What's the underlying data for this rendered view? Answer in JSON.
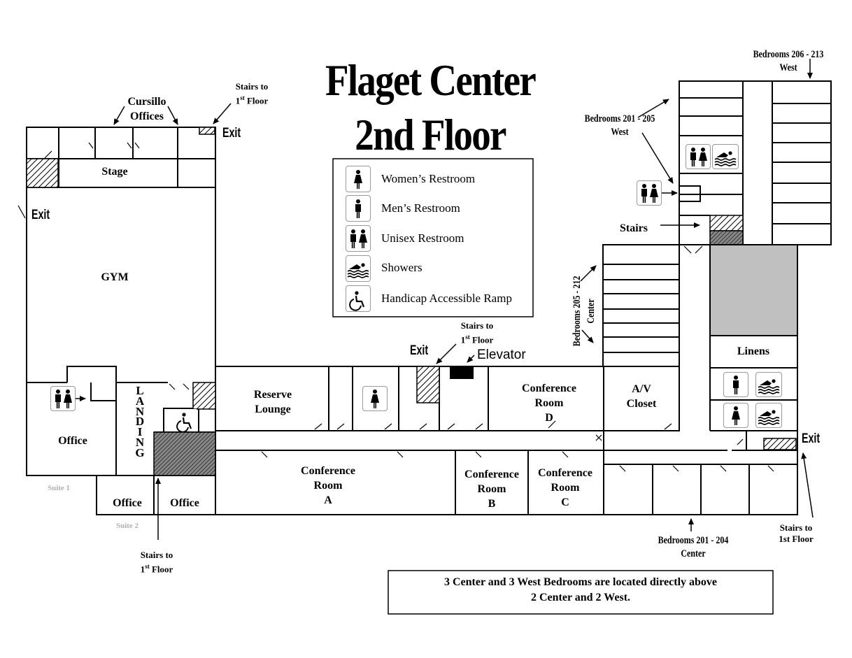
{
  "title": {
    "line1": "Flaget Center",
    "line2": "2nd Floor"
  },
  "legend": [
    {
      "icon": "women-restroom-icon",
      "label": "Women’s Restroom"
    },
    {
      "icon": "men-restroom-icon",
      "label": "Men’s Restroom"
    },
    {
      "icon": "unisex-restroom-icon",
      "label": "Unisex Restroom"
    },
    {
      "icon": "showers-icon",
      "label": "Showers"
    },
    {
      "icon": "wheelchair-icon",
      "label": "Handicap Accessible Ramp"
    }
  ],
  "rooms": {
    "stage": "Stage",
    "gym": "GYM",
    "office_suite1": "Office",
    "office_suite2_left": "Office",
    "office_suite2_right": "Office",
    "reserve_lounge": [
      "Reserve",
      "Lounge"
    ],
    "conf_a": [
      "Conference",
      "Room",
      "A"
    ],
    "conf_b": [
      "Conference",
      "Room",
      "B"
    ],
    "conf_c": [
      "Conference",
      "Room",
      "C"
    ],
    "conf_d": [
      "Conference",
      "Room",
      "D"
    ],
    "av_closet": [
      "A/V",
      "Closet"
    ],
    "linens": "Linens",
    "landing": [
      "L",
      "A",
      "N",
      "D",
      "I",
      "N",
      "G"
    ]
  },
  "suites": {
    "suite1": "Suite 1",
    "suite2": "Suite 2"
  },
  "labels": {
    "cursillo": [
      "Cursillo",
      "Offices"
    ],
    "stairs_top_gym": {
      "line1": "Stairs to",
      "line2_num": "1",
      "line2_sup": "st",
      "line2_rest": " Floor"
    },
    "stairs_center": {
      "line1": "Stairs to",
      "line2_num": "1",
      "line2_sup": "st",
      "line2_rest": " Floor"
    },
    "stairs_bottom_left": {
      "line1": "Stairs to",
      "line2_num": "1",
      "line2_sup": "st",
      "line2_rest": " Floor"
    },
    "stairs_bottom_right": [
      "Stairs to",
      "1st Floor"
    ],
    "stairs_east": "Stairs",
    "elevator": "Elevator",
    "exit": "Exit",
    "bedrooms_206_213": [
      "Bedrooms 206 - 213",
      "West"
    ],
    "bedrooms_201_205": [
      "Bedrooms 201 - 205",
      "West"
    ],
    "bedrooms_205_212": [
      "Bedrooms 205 - 212",
      "Center"
    ],
    "bedrooms_201_204": [
      "Bedrooms 201 - 204",
      "Center"
    ]
  },
  "note": [
    "3 Center and 3 West Bedrooms are located directly above",
    "2 Center and 2 West."
  ]
}
